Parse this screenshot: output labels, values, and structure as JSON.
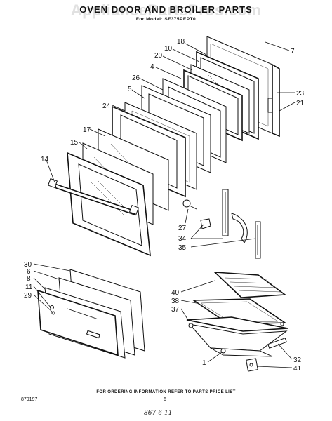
{
  "title": "OVEN DOOR AND BROILER PARTS",
  "model": "For Model: SF375PEPT0",
  "watermark": "AppliancePartsPros.com",
  "footer": "FOR ORDERING INFORMATION REFER TO PARTS PRICE LIST",
  "doc_number": "879197",
  "page_number": "6",
  "handwritten_note": "867-6-11",
  "callouts": {
    "c18": "18",
    "c10": "10",
    "c20": "20",
    "c4": "4",
    "c26": "26",
    "c5": "5",
    "c24": "24",
    "c17": "17",
    "c15": "15",
    "c14": "14",
    "c7": "7",
    "c23": "23",
    "c21": "21",
    "c27": "27",
    "c34": "34",
    "c35": "35",
    "c30": "30",
    "c6": "6",
    "c8": "8",
    "c11": "11",
    "c29": "29",
    "c40": "40",
    "c38": "38",
    "c37": "37",
    "c1": "1",
    "c32": "32",
    "c41": "41"
  }
}
